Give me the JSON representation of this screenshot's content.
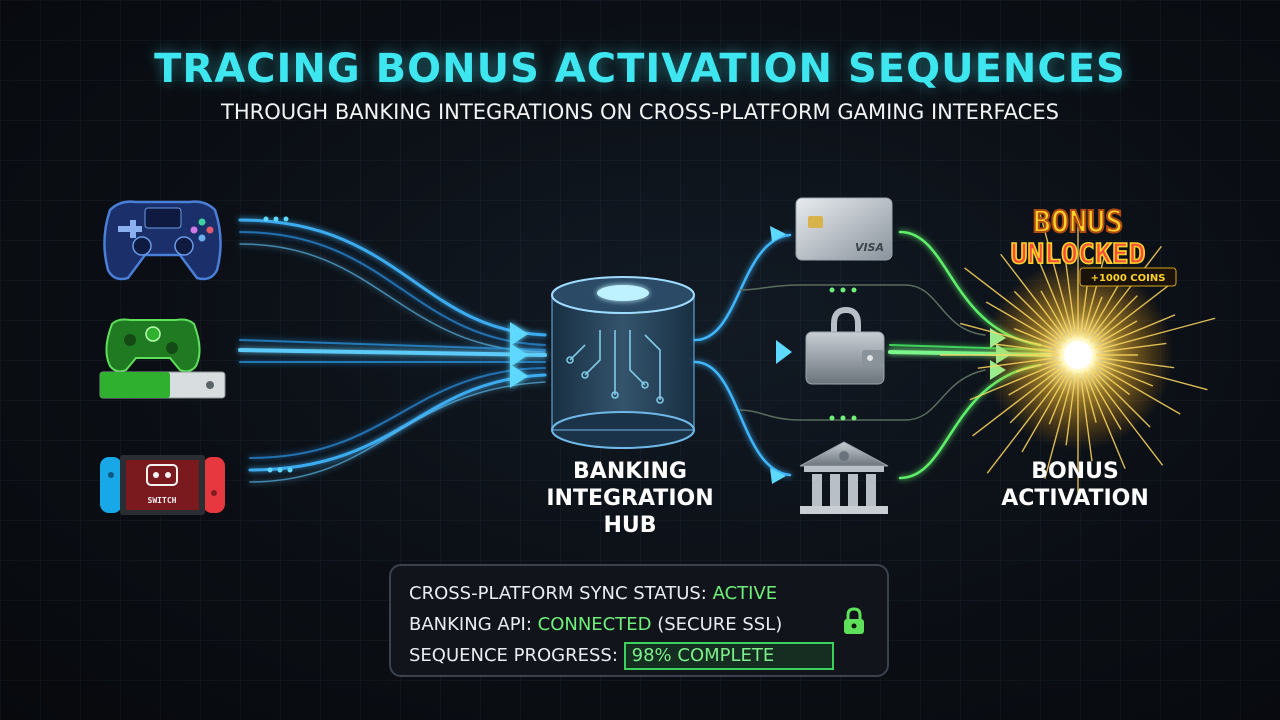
{
  "header": {
    "title": "TRACING BONUS ACTIVATION SEQUENCES",
    "subtitle": "THROUGH BANKING INTEGRATIONS ON CROSS-PLATFORM GAMING INTERFACES"
  },
  "diagram": {
    "hub_label": "BANKING INTEGRATION HUB",
    "bonus_label": "BONUS ACTIVATION",
    "badge": {
      "line1": "BONUS",
      "line2": "UNLOCKED",
      "coins": "+1000 COINS"
    },
    "card_brand": "VISA",
    "console_brand": "SWITCH",
    "sources": [
      {
        "icon": "playstation-controller-icon",
        "color": "#4a7fd8"
      },
      {
        "icon": "xbox-console-icon",
        "color": "#3fbf3a"
      },
      {
        "icon": "nintendo-switch-icon",
        "color": "#c82a3a"
      }
    ],
    "payment_methods": [
      {
        "icon": "credit-card-icon"
      },
      {
        "icon": "wallet-icon"
      },
      {
        "icon": "bank-icon"
      }
    ]
  },
  "status": {
    "sync_prefix": "CROSS-PLATFORM SYNC STATUS: ",
    "sync_value": "ACTIVE",
    "api_prefix": "BANKING API: ",
    "api_value": "CONNECTED",
    "api_suffix": " (SECURE SSL)",
    "progress_prefix": "SEQUENCE PROGRESS: ",
    "progress_value": "98% COMPLETE",
    "progress_fraction": 0.98
  },
  "colors": {
    "title": "#3ee6f0",
    "flow_blue": "#3fb6ff",
    "flow_green": "#5ef06a",
    "spark": "#ffd860",
    "status_green": "#6ef07a"
  }
}
